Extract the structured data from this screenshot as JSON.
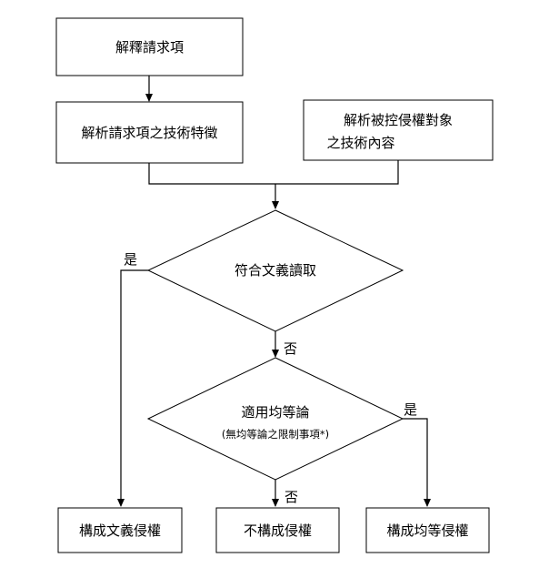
{
  "nodes": {
    "interpret_claims": "解釋請求項",
    "analyze_claim_features": "解析請求項之技術特徵",
    "analyze_accused_line1": "解析被控侵權對象",
    "analyze_accused_line2": "之技術內容",
    "literal_reading": "符合文義讀取",
    "doctrine_of_equivalents": "適用均等論",
    "doe_limitations": "(無均等論之限制事項*)",
    "literal_infringement": "構成文義侵權",
    "no_infringement": "不構成侵權",
    "equivalent_infringement": "構成均等侵權"
  },
  "edge_labels": {
    "literal_yes": "是",
    "literal_no": "否",
    "doe_yes": "是",
    "doe_no": "否"
  }
}
